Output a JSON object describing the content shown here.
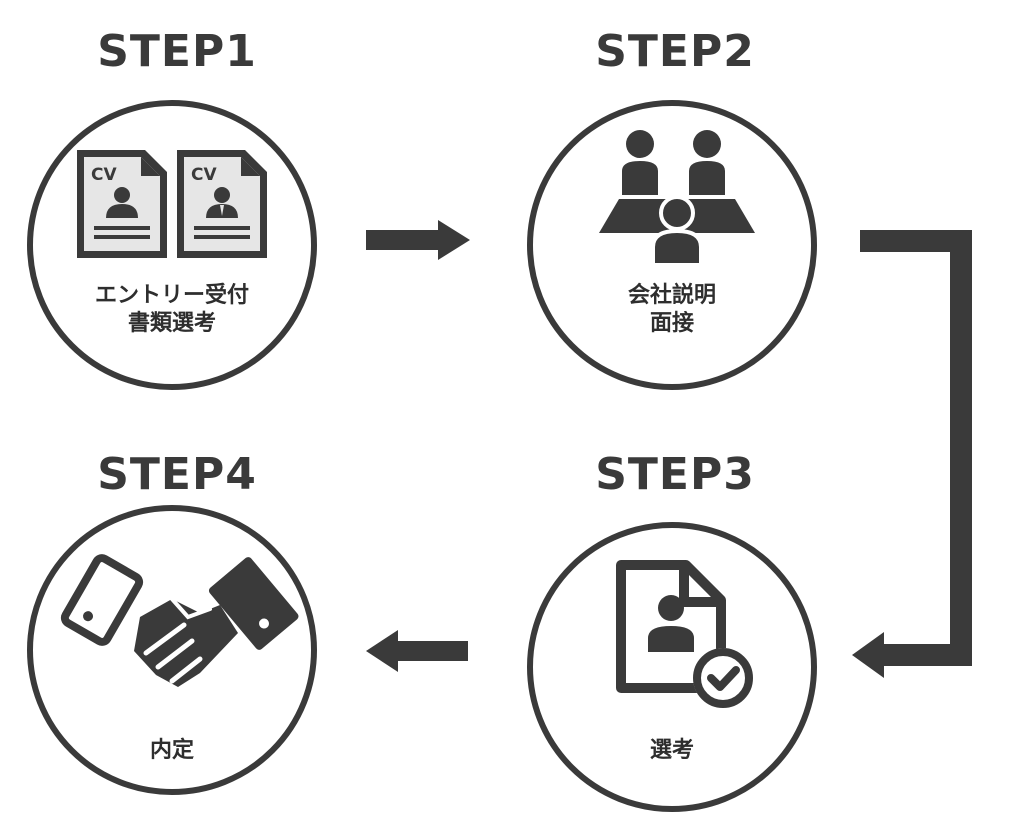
{
  "steps": [
    {
      "title": "STEP1",
      "label_lines": [
        "エントリー受付",
        "書類選考"
      ],
      "icon": "cv-documents-icon",
      "cv_text": "CV"
    },
    {
      "title": "STEP2",
      "label_lines": [
        "会社説明",
        "面接"
      ],
      "icon": "meeting-people-icon"
    },
    {
      "title": "STEP3",
      "label_lines": [
        "選考"
      ],
      "icon": "profile-document-check-icon"
    },
    {
      "title": "STEP4",
      "label_lines": [
        "内定"
      ],
      "icon": "handshake-icon"
    }
  ],
  "colors": {
    "stroke": "#3a3a3a",
    "fill": "#3a3a3a",
    "background": "#ffffff"
  }
}
